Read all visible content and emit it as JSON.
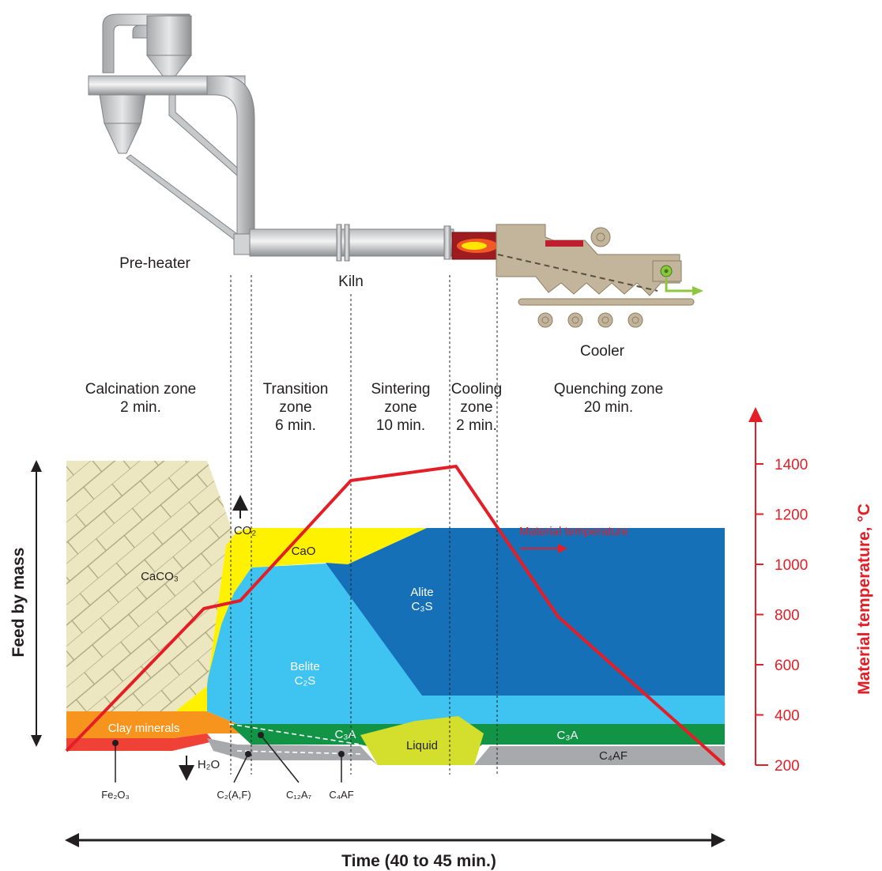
{
  "equipment": {
    "preheater": "Pre-heater",
    "kiln": "Kiln",
    "cooler": "Cooler"
  },
  "zones": [
    {
      "name": "Calcination zone",
      "duration": "2 min."
    },
    {
      "name_line1": "Transition",
      "name_line2": "zone",
      "duration": "6 min."
    },
    {
      "name_line1": "Sintering",
      "name_line2": "zone",
      "duration": "10 min."
    },
    {
      "name_line1": "Cooling",
      "name_line2": "zone",
      "duration": "2 min."
    },
    {
      "name": "Quenching zone",
      "duration": "20 min."
    }
  ],
  "phases": {
    "caco3": "CaCO₃",
    "co2": "CO₂",
    "cao": "CaO",
    "alite_name": "Alite",
    "alite_formula": "C₃S",
    "belite_name": "Belite",
    "belite_formula": "C₂S",
    "clay": "Clay minerals",
    "c3a_mid": "C₃A",
    "c3a_right": "C₃A",
    "liquid": "Liquid",
    "c4af_right": "C₄AF",
    "h2o": "H₂O"
  },
  "callouts": {
    "fe2o3": "Fe₂O₃",
    "c2af": "C₂(A,F)",
    "c12a7": "C₁₂A₇",
    "c4af": "C₄AF"
  },
  "axes": {
    "left_label": "Feed by mass",
    "right_label": "Material temperature, °C",
    "bottom_label": "Time (40 to 45 min.)",
    "temp_ticks": [
      "1400",
      "1200",
      "1000",
      "800",
      "600",
      "400",
      "200"
    ]
  },
  "temperature_series": {
    "label": "Material temperature",
    "color": "#e41e26"
  },
  "colors": {
    "caco3": "#ece7c0",
    "cao": "#fff200",
    "alite": "#1570b8",
    "belite": "#3fc3f0",
    "clay": "#f7941d",
    "fe2o3": "#ef4136",
    "c3a": "#129447",
    "liquid": "#d4df2d",
    "c4af": "#a7a9ac",
    "temperature": "#e41e26"
  }
}
